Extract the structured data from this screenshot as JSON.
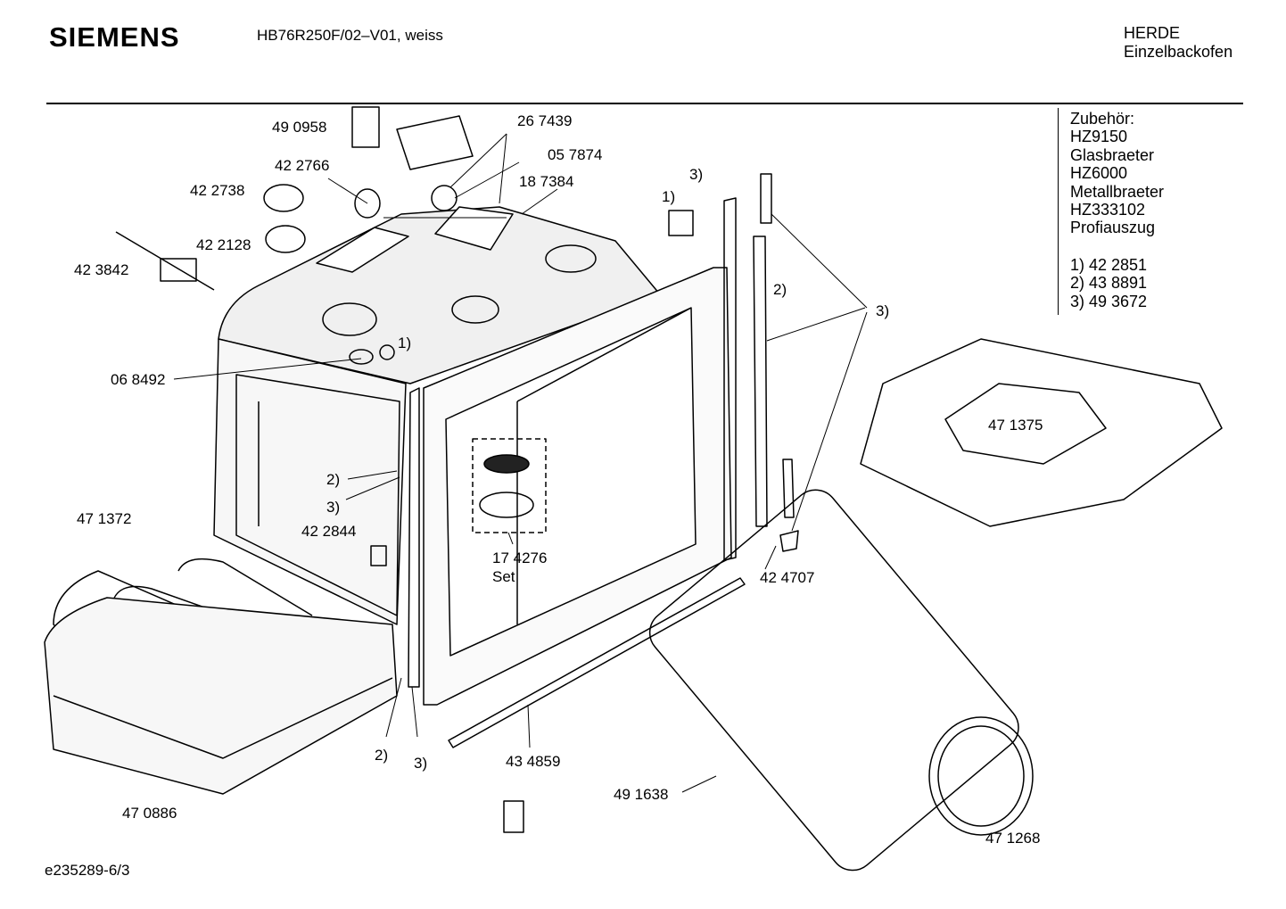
{
  "header": {
    "brand": "SIEMENS",
    "model": "HB76R250F/02–V01, weiss",
    "category_line1": "HERDE",
    "category_line2": "Einzelbackofen"
  },
  "accessories": {
    "title": "Zubehör:",
    "lines": [
      "HZ9150",
      "Glasbraeter",
      "HZ6000",
      "Metallbraeter",
      "HZ333102",
      "Profiauszug"
    ],
    "refs": [
      "1) 42 2851",
      "2) 43 8891",
      "3) 49 3672"
    ]
  },
  "parts": {
    "p490958": "49 0958",
    "p267439": "26 7439",
    "p057874": "05 7874",
    "p422766": "42 2766",
    "p187384": "18 7384",
    "p422738": "42 2738",
    "p422128": "42 2128",
    "p423842": "42 3842",
    "p068492": "06 8492",
    "p471372": "47 1372",
    "p422844": "42 2844",
    "p174276": "17 4276",
    "set": "Set",
    "p424707": "42 4707",
    "p471375": "47 1375",
    "p434859": "43 4859",
    "p491638": "49 1638",
    "p470886": "47 0886",
    "p471268": "47 1268"
  },
  "callouts": {
    "c1_top": "1)",
    "c3_top": "3)",
    "c2_right": "2)",
    "c3_right": "3)",
    "c1_mid": "1)",
    "c2_mid": "2)",
    "c3_mid": "3)",
    "c2_bottom": "2)",
    "c3_bottom": "3)"
  },
  "footer": {
    "drawing_id": "e235289-6/3"
  }
}
